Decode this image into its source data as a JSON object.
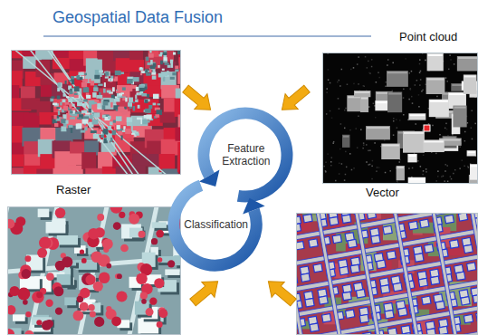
{
  "diagram": {
    "title": "Geospatial Data Fusion",
    "nodes": [
      {
        "text": [
          "Feature Extraction"
        ]
      },
      {
        "text": [
          "Classification"
        ]
      }
    ],
    "labels": [
      "Point cloud",
      "Raster",
      "Vector"
    ]
  }
}
